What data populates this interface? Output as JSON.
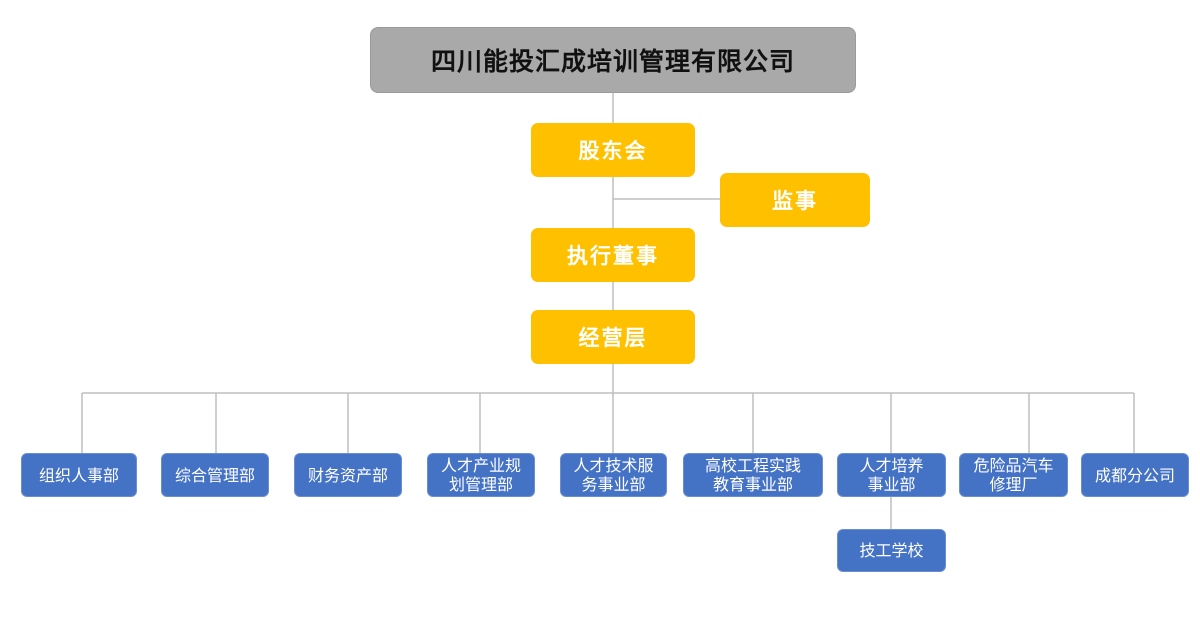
{
  "root": {
    "label": "四川能投汇成培训管理有限公司"
  },
  "governance": {
    "shareholders": "股东会",
    "supervisor": "监事",
    "executive_director": "执行董事",
    "management": "经营层"
  },
  "departments": [
    {
      "label": "组织人事部"
    },
    {
      "label": "综合管理部"
    },
    {
      "label": "财务资产部"
    },
    {
      "label": "人才产业规\n划管理部"
    },
    {
      "label": "人才技术服\n务事业部"
    },
    {
      "label": "高校工程实践\n教育事业部"
    },
    {
      "label": "人才培养\n事业部"
    },
    {
      "label": "危险品汽车\n修理厂"
    },
    {
      "label": "成都分公司"
    }
  ],
  "sub_units": {
    "technical_school": "技工学校"
  },
  "colors": {
    "root_fill": "#a9a9a9",
    "governance_fill": "#ffc000",
    "department_fill": "#4472c4",
    "connector": "#bfbfbf"
  }
}
